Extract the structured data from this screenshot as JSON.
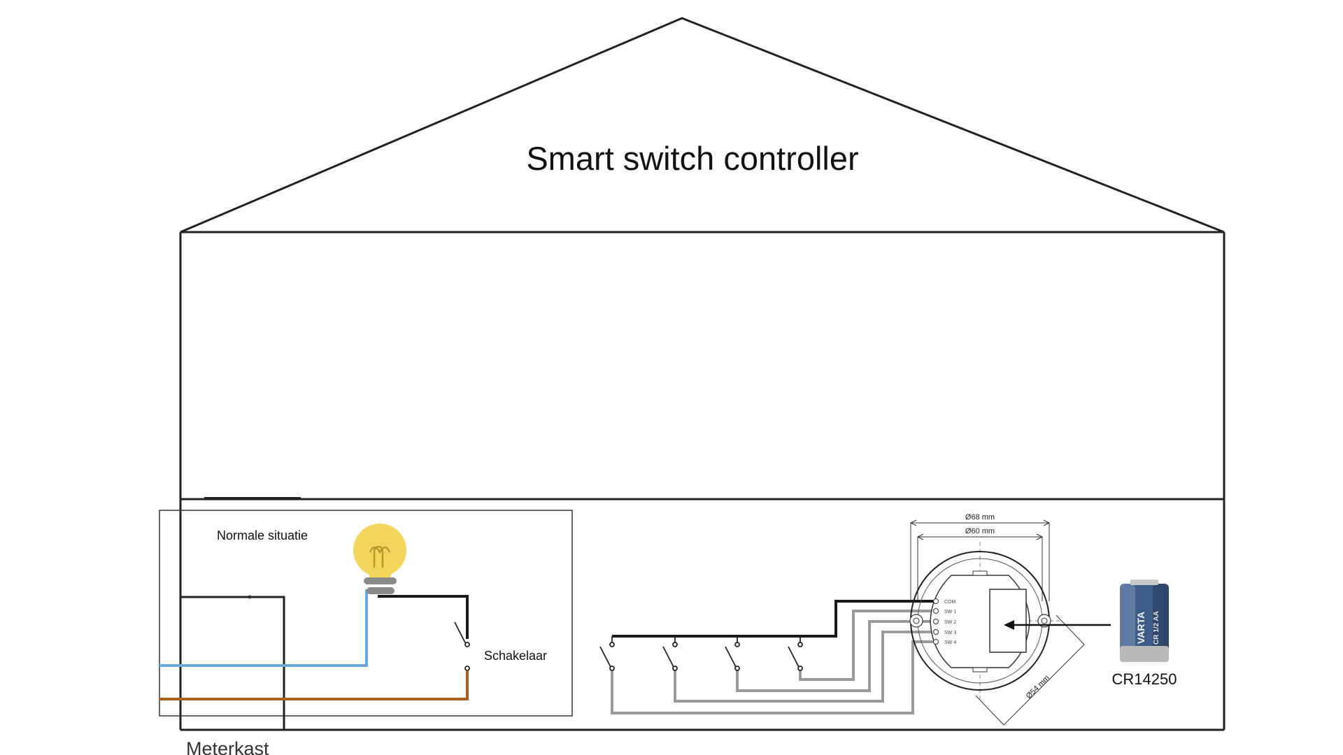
{
  "title": "Smart switch controller",
  "normal_situation": {
    "label": "Normale situatie",
    "switch_label": "Schakelaar"
  },
  "meter_label": "Meterkast",
  "controller": {
    "outer_diameter": "Ø68 mm",
    "inner_diameter": "Ø60 mm",
    "hole_diameter": "Ø54 mm",
    "terminals": [
      "COM",
      "SW 1",
      "SW 2",
      "SW 3",
      "SW 4"
    ]
  },
  "battery": {
    "label": "CR14250",
    "brand": "VARTA",
    "model": "CR 1/2 AA"
  },
  "colors": {
    "outline": "#222222",
    "neutral_wire": "#6aa8dc",
    "live_wire": "#a85f1f",
    "switched_wire": "#1a1a1a",
    "controller_wire": "#9a9a9a",
    "bulb": "#f2d55a",
    "bulb_base": "#8a8a8a",
    "battery_body": "#3c5b86"
  }
}
